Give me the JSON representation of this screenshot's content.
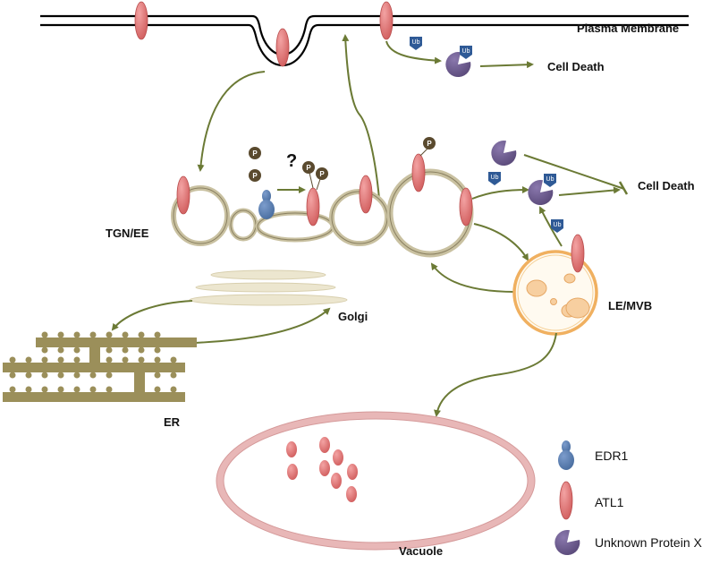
{
  "labels": {
    "plasma_membrane": "Plasma Membrane",
    "cell_death_top": "Cell Death",
    "cell_death_right": "Cell Death",
    "tgn_ee": "TGN/EE",
    "golgi": "Golgi",
    "er": "ER",
    "le_mvb": "LE/MVB",
    "vacuole": "Vacuole",
    "question": "?"
  },
  "marks": {
    "ub": "Ub",
    "p": "P"
  },
  "legend": [
    {
      "icon": "edr1",
      "label": "EDR1"
    },
    {
      "icon": "atl1",
      "label": "ATL1"
    },
    {
      "icon": "unknown-protein-x",
      "label": "Unknown Protein X"
    }
  ],
  "colors": {
    "membrane": "#000000",
    "atl1": "#e07a7a",
    "edr1": "#5a7fb0",
    "protein_x": "#6b5a8e",
    "ub_tag": "#2f5a96",
    "p_tag": "#5a4a2e",
    "arrow": "#6b7a35",
    "endosome": "#cfc7a8",
    "er": "#9b8f5a",
    "golgi": "#e9e3cb",
    "mvb_fill": "#fffaf0",
    "mvb_ring": "#f0b060",
    "vesicle": "#f7cfa0",
    "vacuole": "#e8b7b7"
  }
}
